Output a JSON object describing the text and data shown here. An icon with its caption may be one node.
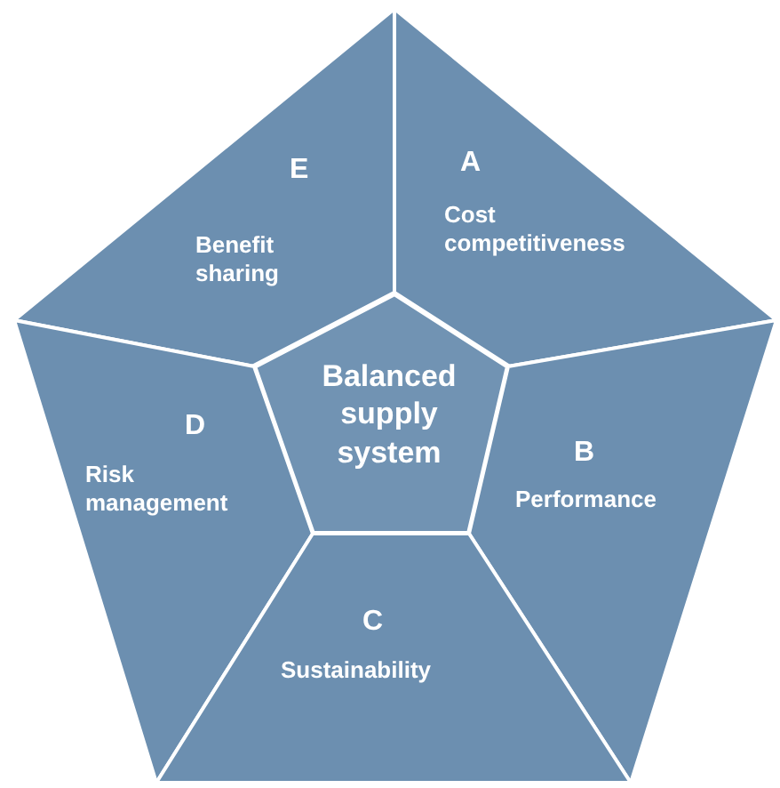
{
  "diagram": {
    "nodes": [
      {
        "text": [
          "E",
          "Benefit sharing"
        ]
      },
      {
        "text": [
          "A",
          "Cost competitiveness"
        ]
      },
      {
        "text": [
          "Balanced supply system"
        ]
      },
      {
        "text": [
          "D",
          "Risk management"
        ]
      },
      {
        "text": [
          "B",
          "Performance"
        ]
      },
      {
        "text": [
          "C",
          "Sustainability"
        ]
      }
    ]
  }
}
